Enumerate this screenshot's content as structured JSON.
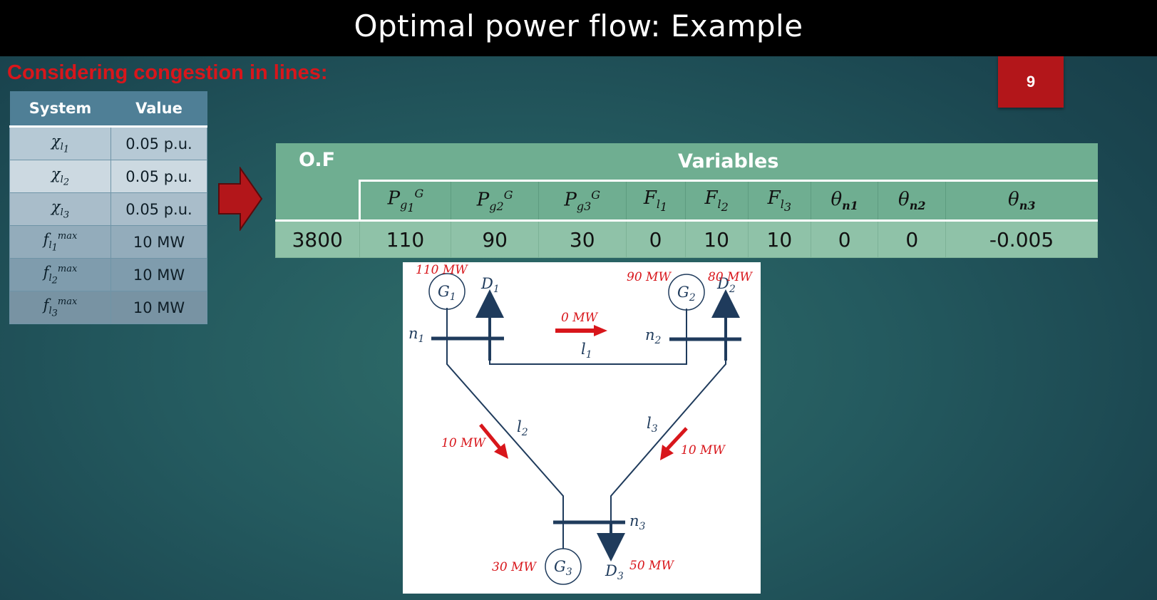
{
  "title": "Optimal power flow: Example",
  "subtitle": "Considering congestion in lines:",
  "page_number": "9",
  "param_table": {
    "headers": [
      "System",
      "Value"
    ],
    "rows": [
      {
        "symbol": "χl1",
        "value": "0.05 p.u."
      },
      {
        "symbol": "χl2",
        "value": "0.05 p.u."
      },
      {
        "symbol": "χl3",
        "value": "0.05 p.u."
      },
      {
        "symbol": "fl1max",
        "value": "10 MW"
      },
      {
        "symbol": "fl2max",
        "value": "10 MW"
      },
      {
        "symbol": "fl3max",
        "value": "10 MW"
      }
    ]
  },
  "results_table": {
    "of_header": "O.F",
    "variables_header": "Variables",
    "variables": [
      "Pg1G",
      "Pg2G",
      "Pg3G",
      "Fl1",
      "Fl2",
      "Fl3",
      "θn1",
      "θn2",
      "θn3"
    ],
    "of_value": "3800",
    "values": [
      "110",
      "90",
      "30",
      "0",
      "10",
      "10",
      "0",
      "0",
      "-0.005"
    ]
  },
  "diagram": {
    "g1_output": "110 MW",
    "g2_output": "90 MW",
    "g3_output": "30 MW",
    "d2_load": "80 MW",
    "d3_load": "50 MW",
    "flow_l1": "0 MW",
    "flow_l2": "10 MW",
    "flow_l3": "10 MW",
    "colors": {
      "flow": "#d8161b",
      "bus": "#1f3b5c"
    }
  }
}
